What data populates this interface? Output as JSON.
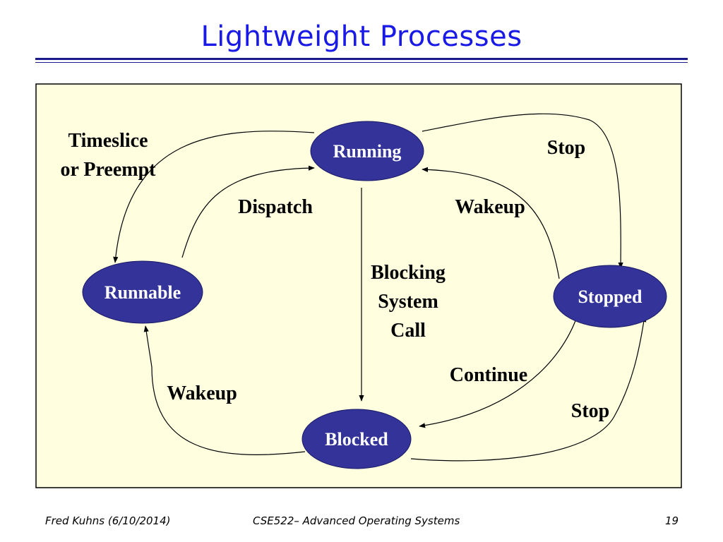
{
  "title": "Lightweight Processes",
  "colors": {
    "title": "#1a1ae6",
    "panel_fill": "#ffffe0",
    "node_fill": "#333399",
    "node_text": "#ffffff",
    "edge": "#000000"
  },
  "states": {
    "running": "Running",
    "runnable": "Runnable",
    "stopped": "Stopped",
    "blocked": "Blocked"
  },
  "transitions": {
    "timeslice_line1": "Timeslice",
    "timeslice_line2": "or Preempt",
    "dispatch": "Dispatch",
    "stop_top": "Stop",
    "wakeup_right": "Wakeup",
    "blocking_line1": "Blocking",
    "blocking_line2": "System",
    "blocking_line3": "Call",
    "continue": "Continue",
    "wakeup_left": "Wakeup",
    "stop_bottom": "Stop"
  },
  "footer": {
    "author": "Fred Kuhns (6/10/2014)",
    "course": "CSE522– Advanced Operating Systems",
    "page": "19"
  }
}
